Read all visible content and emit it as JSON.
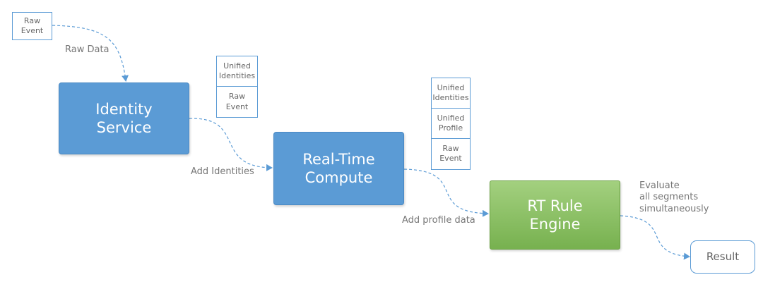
{
  "raw_event_input": {
    "line1": "Raw",
    "line2": "Event"
  },
  "nodes": {
    "identity_service": {
      "line1": "Identity",
      "line2": "Service"
    },
    "real_time_compute": {
      "line1": "Real-Time",
      "line2": "Compute"
    },
    "rt_rule_engine": {
      "line1": "RT Rule",
      "line2": "Engine"
    },
    "result": {
      "label": "Result"
    }
  },
  "payload_after_identity": [
    {
      "line1": "Unified",
      "line2": "Identities"
    },
    {
      "line1": "Raw",
      "line2": "Event"
    }
  ],
  "payload_after_compute": [
    {
      "line1": "Unified",
      "line2": "Identities"
    },
    {
      "line1": "Unified",
      "line2": "Profile"
    },
    {
      "line1": "Raw",
      "line2": "Event"
    }
  ],
  "edge_labels": {
    "raw_data": "Raw Data",
    "add_identities": "Add Identities",
    "add_profile_data": "Add profile data",
    "evaluate": [
      "Evaluate",
      "all segments",
      "simultaneously"
    ]
  },
  "colors": {
    "service_box": "#5b9bd5",
    "rule_engine_box": "#8cc06a",
    "connector": "#5b9bd5",
    "label_text": "#777777"
  }
}
